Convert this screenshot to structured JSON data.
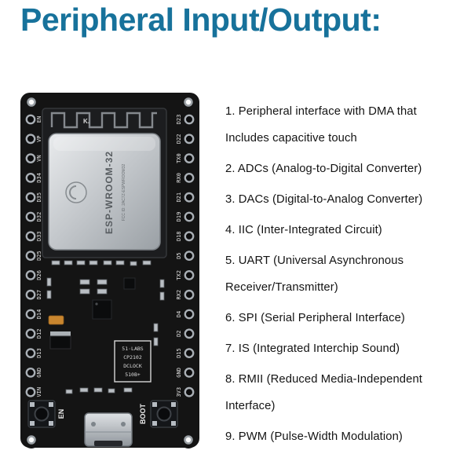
{
  "title": "Peripheral Input/Output:",
  "colors": {
    "title": "#17729b",
    "pcb": "#141414",
    "accent": "#c9862f"
  },
  "features": [
    "1. Peripheral interface with DMA that Includes capacitive touch",
    "2. ADCs (Analog-to-Digital Converter)",
    "3. DACs (Digital-to-Analog Converter)",
    "4. IIC (Inter-Integrated Circuit)",
    "5. UART (Universal Asynchronous Receiver/Transmitter)",
    "6. SPI (Serial Peripheral Interface)",
    "7. IS (Integrated Interchip Sound)",
    "8. RMII (Reduced Media-Independent Interface)",
    "9. PWM (Pulse-Width Modulation)"
  ],
  "board": {
    "misc_label": "K.",
    "module_name": "ESP-WROOM-32",
    "module_sub": "FCC ID: 2AC7Z-ESPWROOM32",
    "chip_box": [
      "51·LABS",
      "CP2102",
      "DCLOCK",
      "510B+"
    ],
    "btn_en": "EN",
    "btn_boot": "BOOT",
    "left_pins": [
      "EN",
      "VP",
      "VN",
      "D34",
      "D35",
      "D32",
      "D33",
      "D25",
      "D26",
      "D27",
      "D14",
      "D12",
      "D13",
      "GND",
      "VIN"
    ],
    "right_pins": [
      "D23",
      "D22",
      "TX0",
      "RX0",
      "D21",
      "D19",
      "D18",
      "D5",
      "TX2",
      "RX2",
      "D4",
      "D2",
      "D15",
      "GND",
      "3V3"
    ]
  }
}
